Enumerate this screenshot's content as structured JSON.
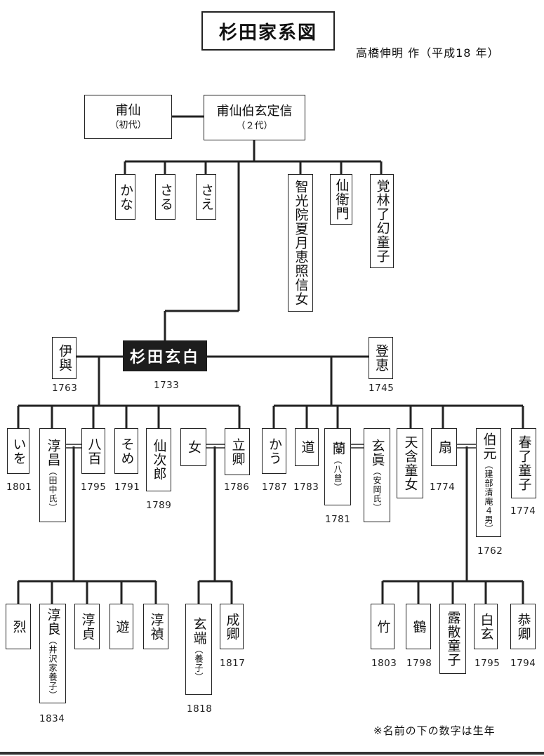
{
  "header": {
    "title": "杉田家系図",
    "author": "高橋伸明 作（平成18 年）"
  },
  "gen1": {
    "fusen": {
      "name": "甫仙",
      "sub": "（初代）"
    },
    "hakugen": {
      "name": "甫仙伯玄定信",
      "sub": "（２代）"
    }
  },
  "gen2": {
    "kana": "かな",
    "saru": "さる",
    "sae": "さえ",
    "chiko": "智光院夏月恵照信女",
    "seneimon": "仙衛門",
    "kakurin": "覚林了幻童子"
  },
  "gen3": {
    "iyo": {
      "name": "伊與",
      "year": "1763"
    },
    "genpaku": {
      "name": "杉田玄白",
      "year": "1733"
    },
    "tomie": {
      "name": "登恵",
      "year": "1745"
    }
  },
  "gen4": {
    "iwo": {
      "name": "いを",
      "year": "1801"
    },
    "junsho": {
      "name": "淳昌",
      "sub": "（田中氏）"
    },
    "hachiho": {
      "name": "八百",
      "year": "1795"
    },
    "some": {
      "name": "そめ",
      "year": "1791"
    },
    "senjiro": {
      "name": "仙次郎",
      "year": "1789"
    },
    "onna": {
      "name": "女"
    },
    "rikkei": {
      "name": "立卿",
      "year": "1786"
    },
    "kau": {
      "name": "かう",
      "year": "1787"
    },
    "michi": {
      "name": "道",
      "year": "1783"
    },
    "ran": {
      "name": "蘭",
      "sub": "（八曾）",
      "year": "1781"
    },
    "genshin": {
      "name": "玄眞",
      "sub": "（安岡氏）"
    },
    "tengan": {
      "name": "天含童女"
    },
    "ogi": {
      "name": "扇",
      "year": "1774"
    },
    "hakugen2": {
      "name": "伯元",
      "sub": "（建部清庵４男）",
      "year": "1762"
    },
    "shunryo": {
      "name": "春了童子",
      "year": "1774"
    }
  },
  "gen5": {
    "retsu": {
      "name": "烈"
    },
    "junryo": {
      "name": "淳良",
      "sub": "（井沢家養子）",
      "year": "1834"
    },
    "juntei": {
      "name": "淳貞"
    },
    "yu": {
      "name": "遊"
    },
    "juntei2": {
      "name": "淳禎"
    },
    "gentan": {
      "name": "玄端",
      "sub": "（養子）",
      "year": "1818"
    },
    "seikei": {
      "name": "成卿",
      "year": "1817"
    },
    "take": {
      "name": "竹",
      "year": "1803"
    },
    "tsuru": {
      "name": "鶴",
      "year": "1798"
    },
    "rosan": {
      "name": "露散童子"
    },
    "hakugen3": {
      "name": "白玄",
      "year": "1795"
    },
    "kyokei": {
      "name": "恭卿",
      "year": "1794"
    }
  },
  "footer": {
    "note": "※名前の下の数字は生年"
  }
}
